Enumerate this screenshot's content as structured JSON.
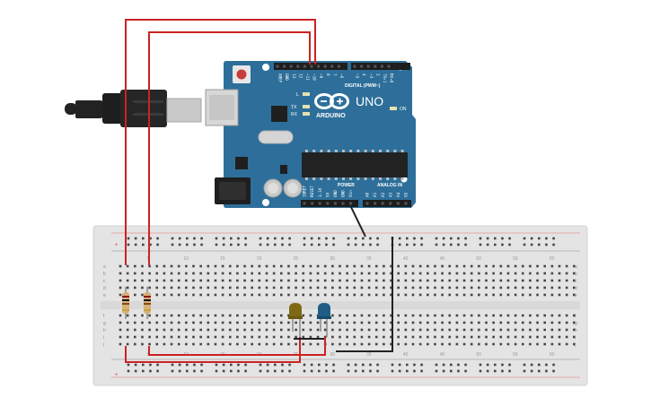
{
  "board": {
    "brand": "ARDUINO",
    "model": "UNO",
    "digital_header_label": "DIGITAL (PWM~)",
    "digital_pins": [
      "AREF",
      "GND",
      "13",
      "12",
      "~11",
      "~10",
      "~9",
      "8",
      "7",
      "~6",
      "~5",
      "4",
      "~3",
      "2",
      "TX▸1",
      "RX◂0"
    ],
    "power_header_label": "POWER",
    "power_pins": [
      "IOREF",
      "RESET",
      "3.3V",
      "5V",
      "GND",
      "GND",
      "Vin"
    ],
    "analog_header_label": "ANALOG IN",
    "analog_pins": [
      "A0",
      "A1",
      "A2",
      "A3",
      "A4",
      "A5"
    ],
    "led_labels": {
      "l": "L",
      "tx": "TX",
      "rx": "RX",
      "on": "ON"
    },
    "colors": {
      "pcb": "#2d6f9a",
      "pcb_dark": "#245d83"
    }
  },
  "breadboard": {
    "rows_top": [
      "a",
      "b",
      "c",
      "d",
      "e"
    ],
    "rows_bottom": [
      "f",
      "g",
      "h",
      "i",
      "j"
    ],
    "column_numbers": [
      "5",
      "10",
      "15",
      "20",
      "25",
      "30",
      "35",
      "40",
      "45",
      "50",
      "55",
      "60"
    ],
    "colors": {
      "body": "#e4e4e4",
      "hole": "#454545",
      "rail_plus": "#cc3333",
      "rail_minus": "#333333"
    }
  },
  "components": {
    "leds": [
      {
        "color_name": "yellow",
        "fill": "#7f6a14"
      },
      {
        "color_name": "blue",
        "fill": "#1f5d86"
      }
    ],
    "resistor_count": 2
  },
  "wires": {
    "signal_color": "#cc2222",
    "ground_color": "#222222"
  },
  "usb_cable_color": "#222222"
}
